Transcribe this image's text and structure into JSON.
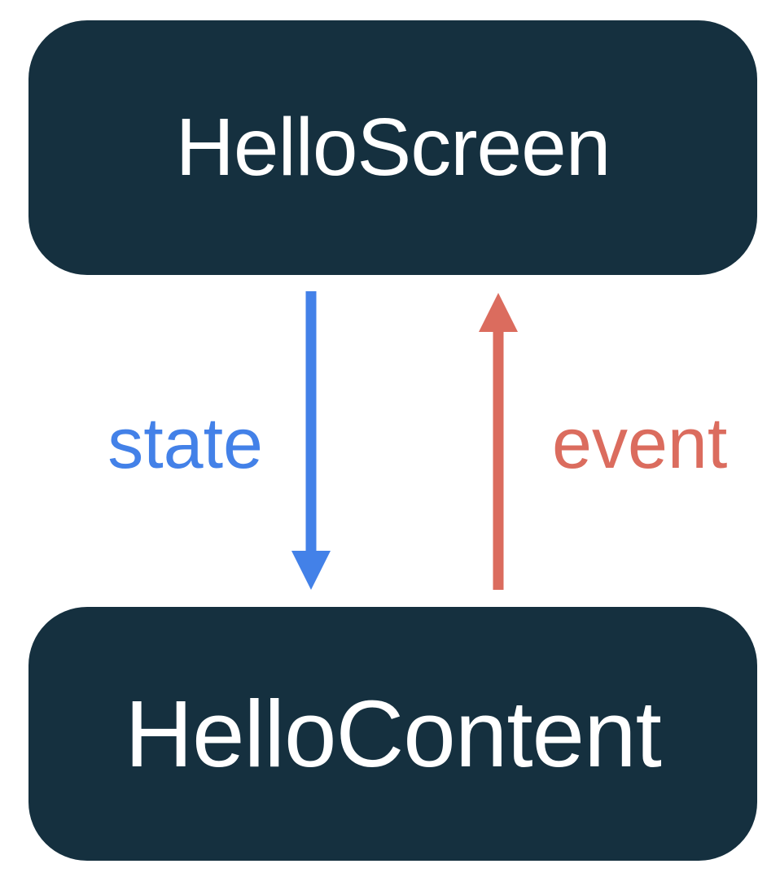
{
  "diagram": {
    "title": "unidirectional-data-flow",
    "nodes": [
      {
        "id": "hello-screen",
        "label": "HelloScreen"
      },
      {
        "id": "hello-content",
        "label": "HelloContent"
      }
    ],
    "edges": [
      {
        "id": "state",
        "label": "state",
        "direction": "down",
        "from": "HelloScreen",
        "to": "HelloContent"
      },
      {
        "id": "event",
        "label": "event",
        "direction": "up",
        "from": "HelloContent",
        "to": "HelloScreen"
      }
    ]
  },
  "colors": {
    "background": "#FFFFFF",
    "node-bg": "#15303F",
    "node-text": "#FFFFFF",
    "state-blue": "#4381E8",
    "event-red": "#DB6C5E"
  }
}
